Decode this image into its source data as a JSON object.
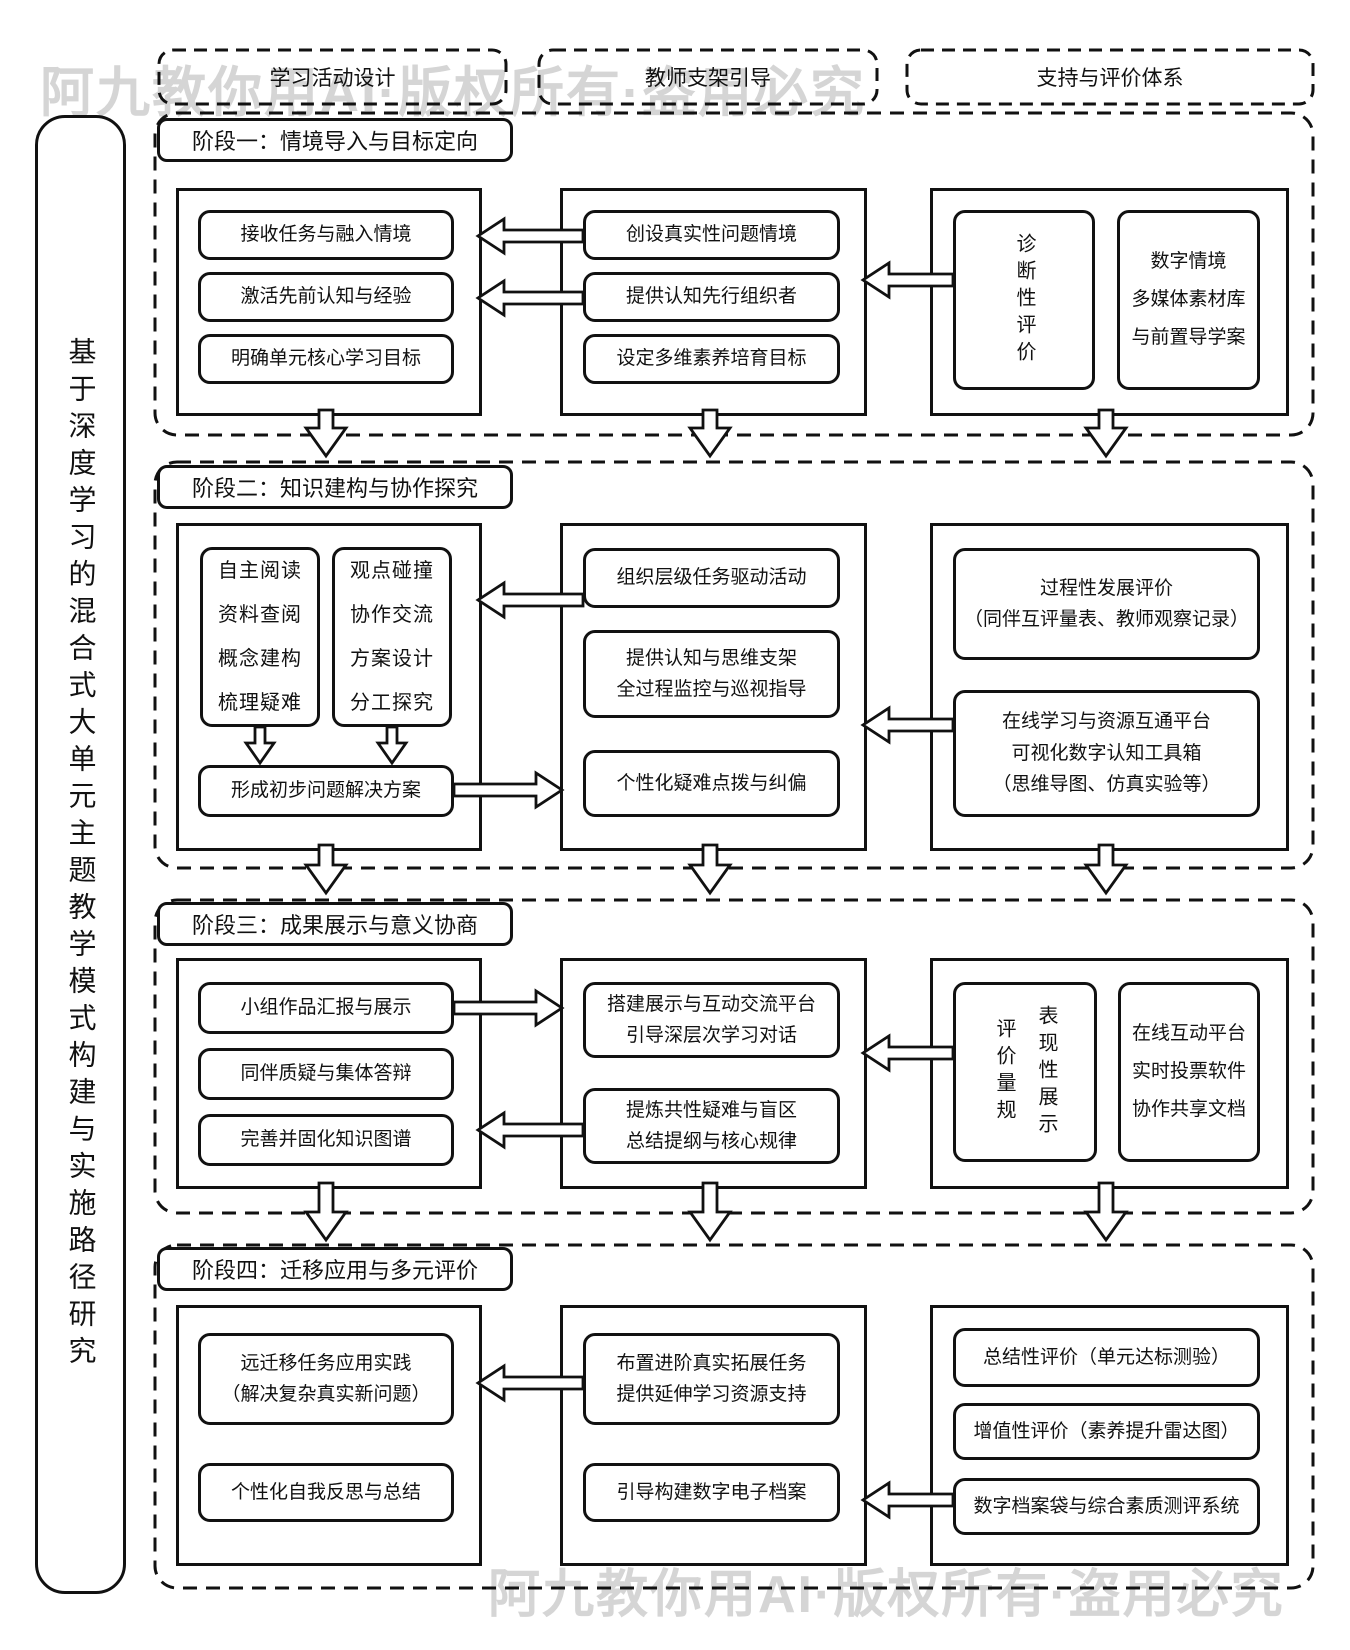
{
  "watermark": {
    "top": "阿九教你用AI·版权所有·盗用必究",
    "bottom": "阿九教你用AI·版权所有·盗用必究"
  },
  "sidebar": {
    "title": "基于深度学习的混合式大单元主题教学模式构建与实施路径研究"
  },
  "headers": {
    "col1": "学习活动设计",
    "col2": "教师支架引导",
    "col3": "支持与评价体系"
  },
  "colors": {
    "line": "#111111",
    "watermark": "#d5d5d5",
    "background": "#ffffff"
  },
  "stages": [
    {
      "title": "阶段一：情境导入与目标定向",
      "left": {
        "items": [
          "接收任务与融入情境",
          "激活先前认知与经验",
          "明确单元核心学习目标"
        ]
      },
      "middle": {
        "items": [
          "创设真实性问题情境",
          "提供认知先行组织者",
          "设定多维素养培育目标"
        ]
      },
      "right": {
        "vertical_box": "诊断性评价",
        "resource_box": "数字情境\n多媒体素材库\n与前置导学案"
      }
    },
    {
      "title": "阶段二：知识建构与协作探究",
      "left": {
        "activity_a": "自主阅读\n资料查阅\n概念建构\n梳理疑难",
        "activity_b": "观点碰撞\n协作交流\n方案设计\n分工探究",
        "outcome": "形成初步问题解决方案"
      },
      "middle": {
        "items": [
          "组织层级任务驱动活动",
          "提供认知与思维支架\n全过程监控与巡视指导",
          "个性化疑难点拨与纠偏"
        ]
      },
      "right": {
        "assessment": "过程性发展评价\n（同伴互评量表、教师观察记录）",
        "platform": "在线学习与资源互通平台\n可视化数字认知工具箱\n（思维导图、仿真实验等）"
      }
    },
    {
      "title": "阶段三：成果展示与意义协商",
      "left": {
        "items": [
          "小组作品汇报与展示",
          "同伴质疑与集体答辩",
          "完善并固化知识图谱"
        ]
      },
      "middle": {
        "items": [
          "搭建展示与互动交流平台\n引导深层次学习对话",
          "提炼共性疑难与盲区\n总结提纲与核心规律"
        ]
      },
      "right": {
        "vertical_box": "表现性展示\n评价量规",
        "resource_box": "在线互动平台\n实时投票软件\n协作共享文档"
      }
    },
    {
      "title": "阶段四：迁移应用与多元评价",
      "left": {
        "items": [
          "远迁移任务应用实践\n（解决复杂真实新问题）",
          "个性化自我反思与总结"
        ]
      },
      "middle": {
        "items": [
          "布置进阶真实拓展任务\n提供延伸学习资源支持",
          "引导构建数字电子档案"
        ]
      },
      "right": {
        "items": [
          "总结性评价（单元达标测验）",
          "增值性评价（素养提升雷达图）",
          "数字档案袋与综合素质测评系统"
        ]
      }
    }
  ]
}
